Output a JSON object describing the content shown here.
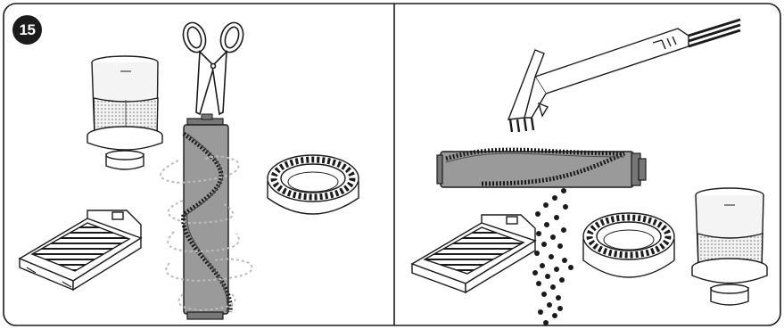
{
  "step": {
    "number": "15"
  },
  "colors": {
    "outline": "#1b1b1b",
    "brushroll_fill": "#9a9a9a",
    "canister_fill": "#e2e2e2",
    "dots": "#1b1b1b",
    "hair_dashes": "#bcbcbc"
  },
  "panels": [
    {
      "name": "left",
      "items": [
        "canister-icon",
        "scissors-icon",
        "brushroll-icon",
        "filter-ring-icon",
        "hepa-filter-icon"
      ]
    },
    {
      "name": "right",
      "items": [
        "cleaning-tool-icon",
        "brushroll-icon",
        "debris-dots-icon",
        "hepa-filter-icon",
        "filter-ring-icon",
        "canister-icon"
      ]
    }
  ]
}
